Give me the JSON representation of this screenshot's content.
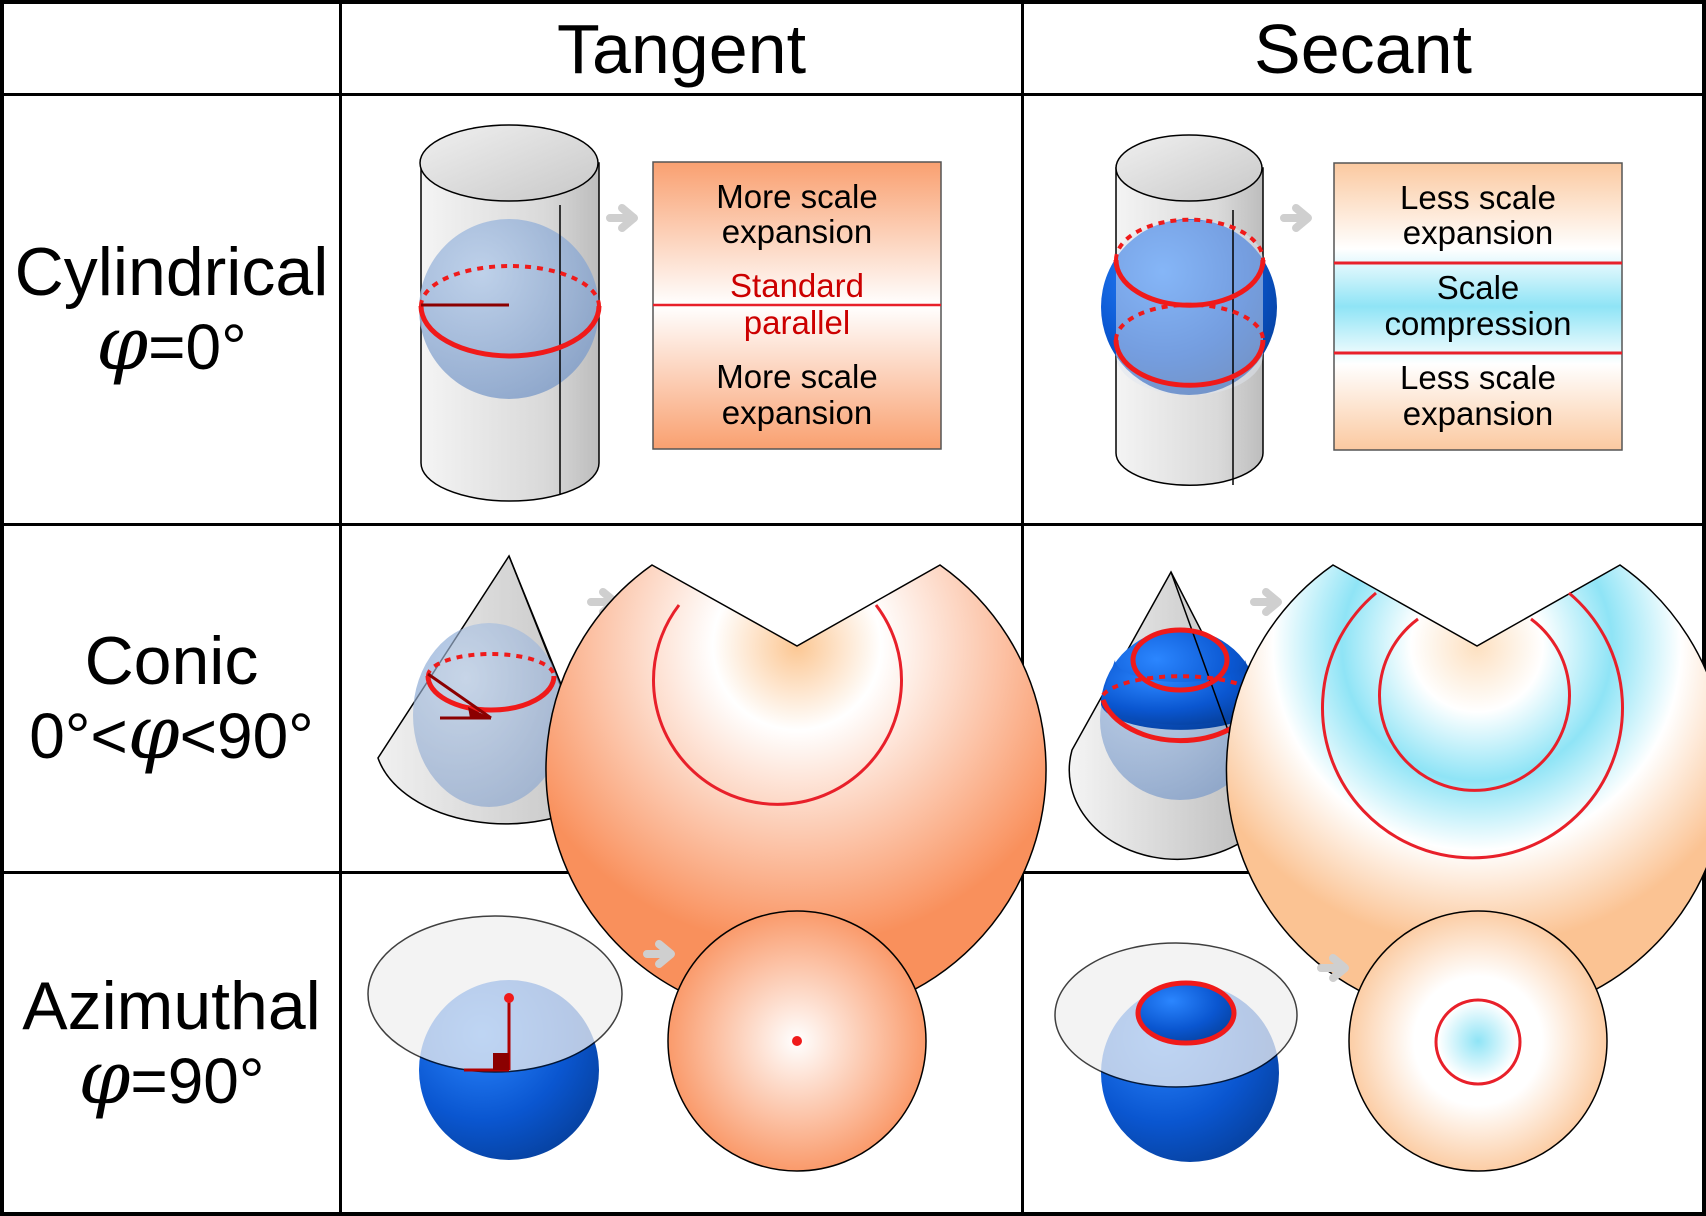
{
  "columns": {
    "tangent": "Tangent",
    "secant": "Secant"
  },
  "rows": [
    {
      "name": "Cylindrical",
      "formula_pre": "",
      "phi": "φ",
      "formula_post": "=0°"
    },
    {
      "name": "Conic",
      "formula_pre": "0°<",
      "phi": "φ",
      "formula_post": "<90°"
    },
    {
      "name": "Azimuthal",
      "formula_pre": "",
      "phi": "φ",
      "formula_post": "=90°"
    }
  ],
  "cylindrical_tangent_map": {
    "top": [
      "More scale",
      "expansion"
    ],
    "line": [
      "Standard",
      "parallel"
    ],
    "bottom": [
      "More scale",
      "expansion"
    ]
  },
  "cylindrical_secant_map": {
    "top": [
      "Less scale",
      "expansion"
    ],
    "middle": [
      "Scale",
      "compression"
    ],
    "bottom": [
      "Less scale",
      "expansion"
    ]
  },
  "colors": {
    "expansion_strong": "#f9a070",
    "expansion_light": "#fdd2a8",
    "compression": "#8fe4f6",
    "standard_line": "#e8202a",
    "label_red": "#cc0000",
    "globe_blue": "#1a5fd6",
    "arrow_gray": "#cfcfcf"
  }
}
